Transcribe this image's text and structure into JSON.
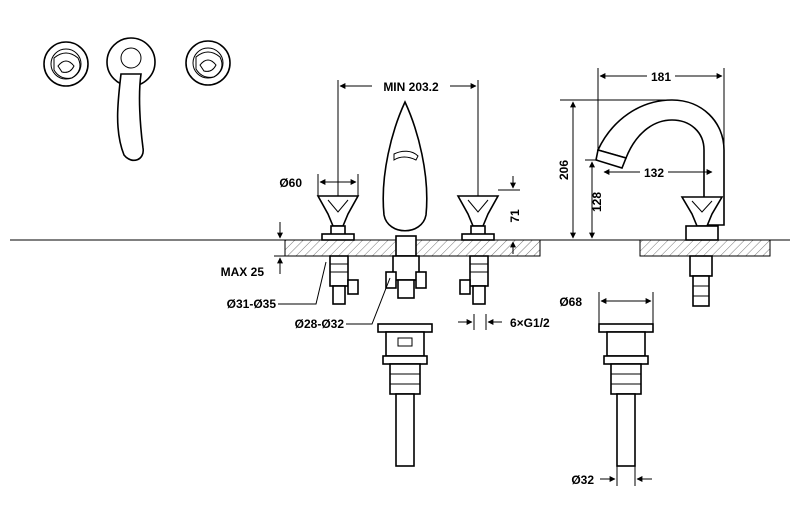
{
  "dimensions": {
    "min_spacing": "MIN 203.2",
    "spout_reach": "181",
    "spout_height": "206",
    "spout_outlet_height": "128",
    "spout_outlet_reach": "132",
    "handle_diameter": "Ø60",
    "handle_height": "71",
    "max_deck_thickness": "MAX 25",
    "valve_hole": "Ø31-Ø35",
    "spout_hole": "Ø28-Ø32",
    "connection": "6×G1/2",
    "drain_flange": "Ø68",
    "drain_tail": "Ø32"
  },
  "colors": {
    "line": "#000000",
    "background": "#ffffff",
    "hatch": "#777777"
  },
  "icons": [
    "knob-rosette-icon",
    "lever-handle-icon"
  ]
}
